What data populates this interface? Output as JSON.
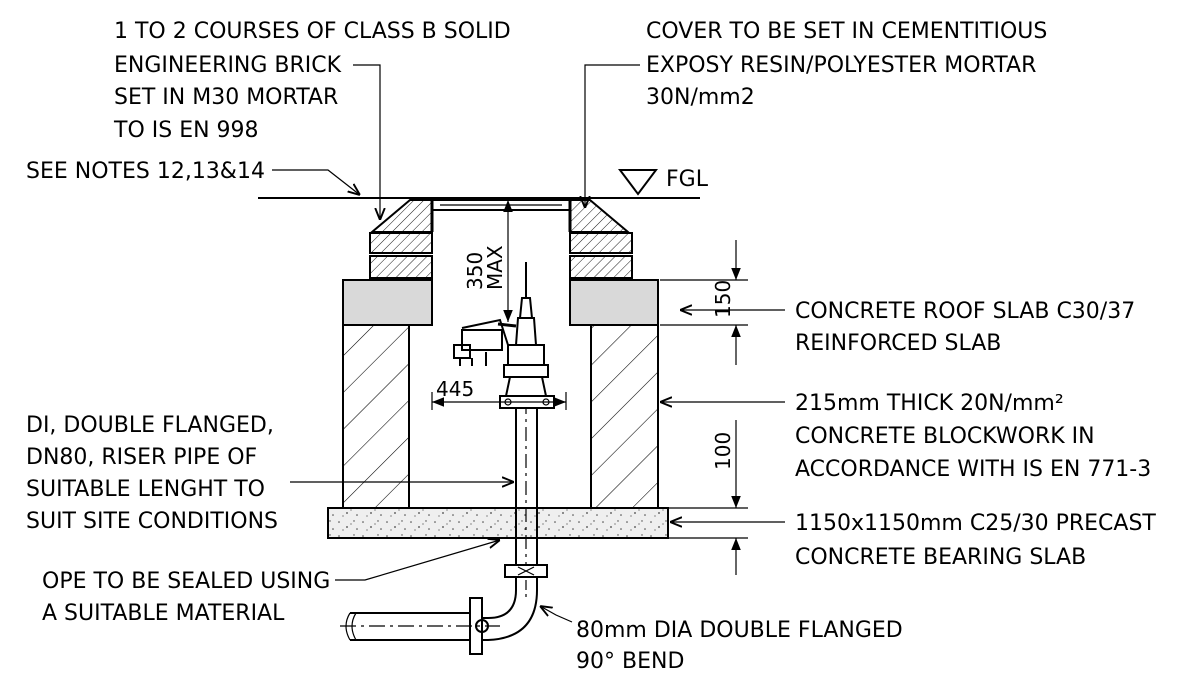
{
  "labels": {
    "brick_line1": "1 TO 2 COURSES OF CLASS B SOLID",
    "brick_line2": "ENGINEERING BRICK",
    "brick_line3": "SET IN M30 MORTAR",
    "brick_line4": "TO IS EN 998",
    "cover_line1": "COVER TO BE SET IN CEMENTITIOUS",
    "cover_line2": "EXPOSY RESIN/POLYESTER MORTAR",
    "cover_line3": "30N/mm2",
    "see_notes": "SEE NOTES 12,13&14",
    "fgl": "FGL",
    "roof_line1": "CONCRETE ROOF SLAB C30/37",
    "roof_line2": "REINFORCED SLAB",
    "block_line1": "215mm THICK 20N/mm²",
    "block_line2": "CONCRETE BLOCKWORK IN",
    "block_line3": "ACCORDANCE WITH IS EN 771-3",
    "riser_line1": "DI, DOUBLE FLANGED,",
    "riser_line2": "DN80, RISER PIPE OF",
    "riser_line3": "SUITABLE LENGHT TO",
    "riser_line4": "SUIT SITE CONDITIONS",
    "bearing_line1": "1150x1150mm C25/30 PRECAST",
    "bearing_line2": "CONCRETE BEARING SLAB",
    "ope_line1": "OPE TO BE SEALED USING",
    "ope_line2": "A SUITABLE MATERIAL",
    "bend_line1": "80mm DIA DOUBLE FLANGED",
    "bend_line2": "90° BEND"
  },
  "dimensions": {
    "max_depth": "350",
    "max_word": "MAX",
    "slab_thickness": "150",
    "width_445": "445",
    "gap_100": "100"
  }
}
